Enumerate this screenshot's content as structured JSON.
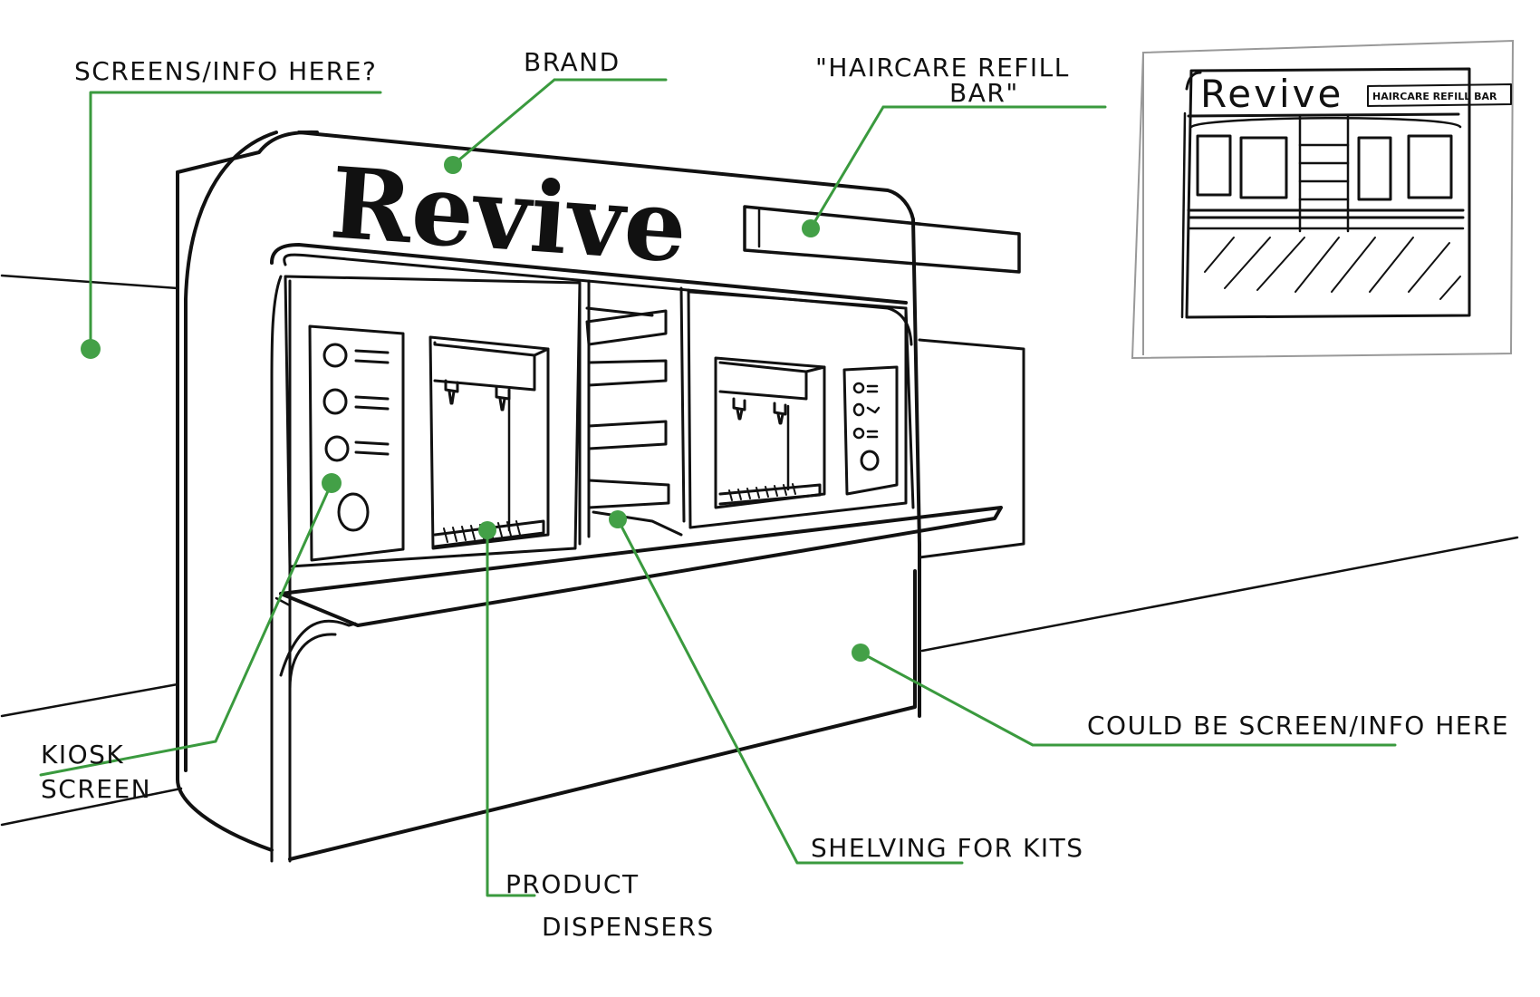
{
  "brand": {
    "name": "Revive"
  },
  "inset": {
    "brand_name": "Revive",
    "sign_text": "HAIRCARE REFILL BAR"
  },
  "labels": {
    "screens_info": "SCREENS/INFO HERE?",
    "brand": "BRAND",
    "haircare_line1": "\"HAIRCARE REFILL",
    "haircare_line2": "BAR\"",
    "kiosk_line1": "KIOSK",
    "kiosk_line2": "SCREEN",
    "product_line1": "PRODUCT",
    "product_line2": "DISPENSERS",
    "shelving": "SHELVING FOR KITS",
    "could_be_screen": "COULD BE SCREEN/INFO HERE"
  },
  "colors": {
    "ink": "#111111",
    "leader": "#3a9a3e",
    "dot": "#43a047",
    "inset_frame": "#999999",
    "wall_line": "#777777"
  }
}
